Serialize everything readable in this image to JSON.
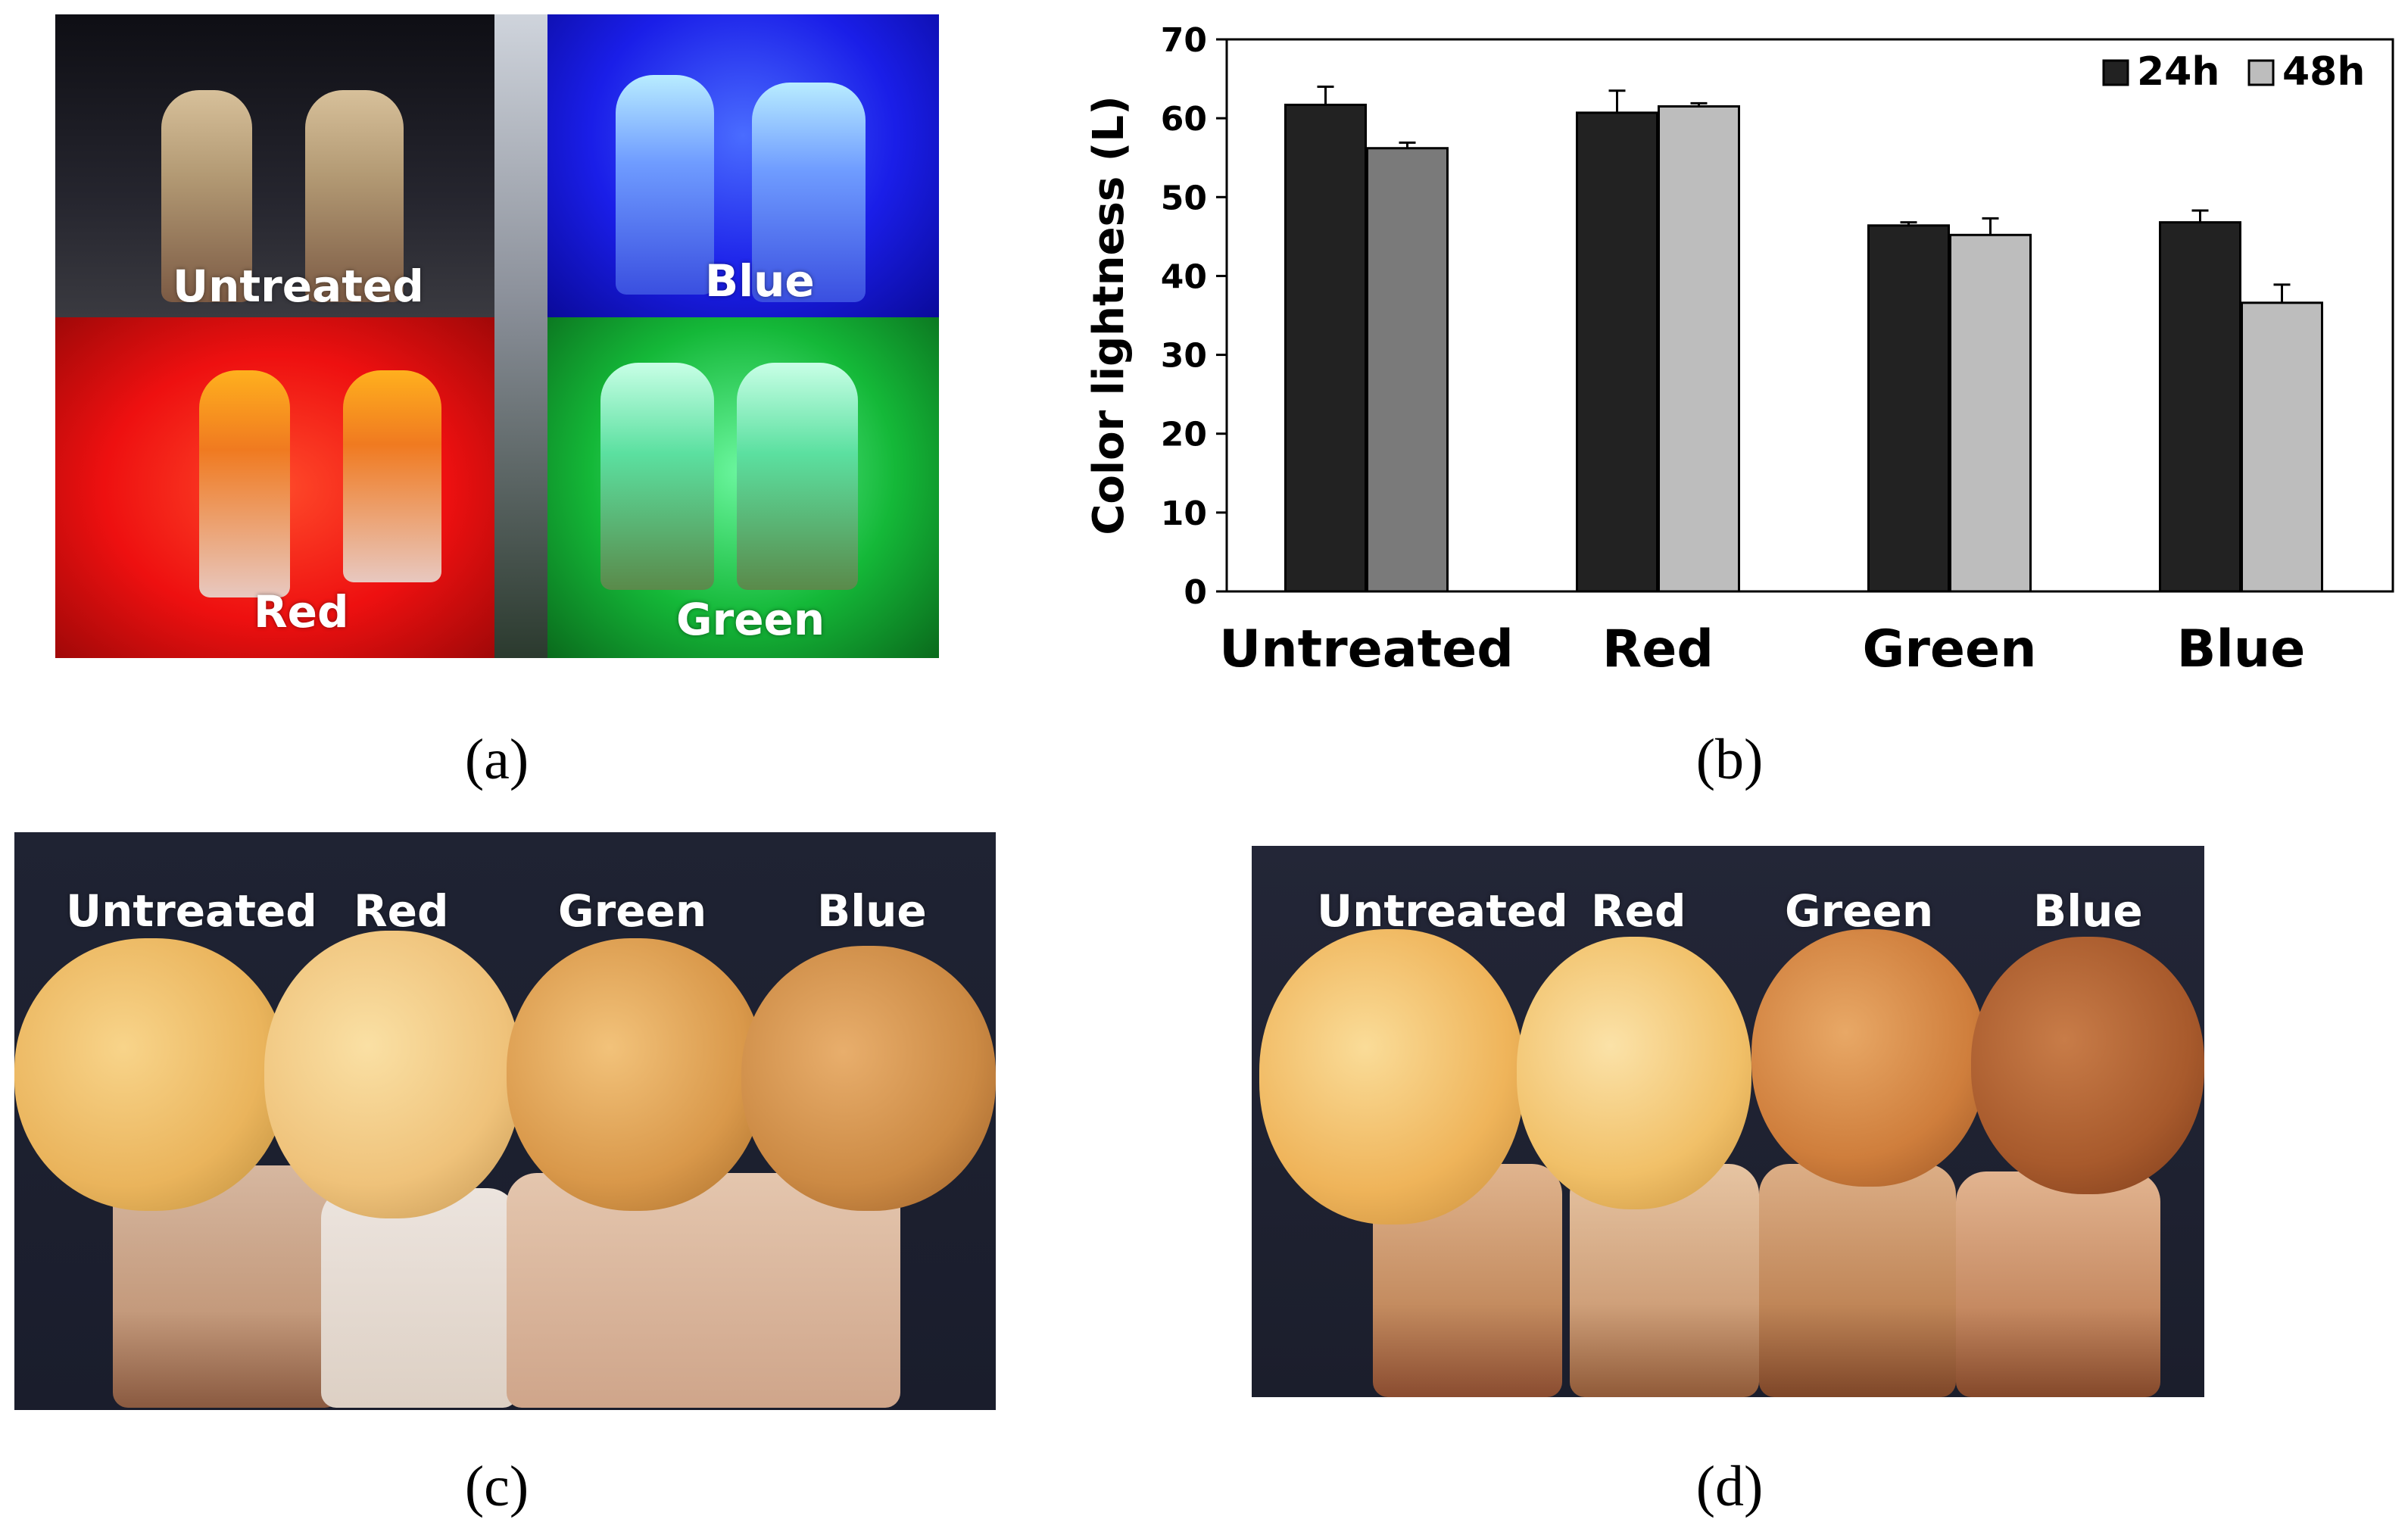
{
  "panels": {
    "a": {
      "caption": "(a)",
      "labels": {
        "untreated": "Untreated",
        "blue": "Blue",
        "red": "Red",
        "green": "Green"
      },
      "colors": {
        "untreated": "#1a1a22",
        "blue": "#1418e0",
        "red": "#ee1010",
        "green": "#12b030"
      }
    },
    "b": {
      "caption": "(b)"
    },
    "c": {
      "caption": "(c)",
      "labels": [
        "Untreated",
        "Red",
        "Green",
        "Blue"
      ]
    },
    "d": {
      "caption": "(d)",
      "labels": [
        "Untreated",
        "Red",
        "Green",
        "Blue"
      ]
    }
  },
  "chart_data": {
    "type": "bar",
    "title": "",
    "xlabel": "",
    "ylabel": "Color lightness (L)",
    "categories": [
      "Untreated",
      "Red",
      "Green",
      "Blue"
    ],
    "series": [
      {
        "name": "24h",
        "color": "#222222",
        "values": [
          61.7,
          60.7,
          46.4,
          46.8
        ],
        "errors": [
          2.3,
          2.8,
          0.4,
          1.5
        ]
      },
      {
        "name": "48h",
        "color": "#bdbdbd",
        "values": [
          56.2,
          61.5,
          45.2,
          36.6
        ],
        "errors": [
          0.7,
          0.4,
          2.1,
          2.3
        ]
      }
    ],
    "untreated_48h_color": "#7a7a7a",
    "ylim": [
      0,
      70
    ],
    "yticks": [
      0,
      10,
      20,
      30,
      40,
      50,
      60,
      70
    ],
    "grid": false,
    "legend": "top-right"
  }
}
